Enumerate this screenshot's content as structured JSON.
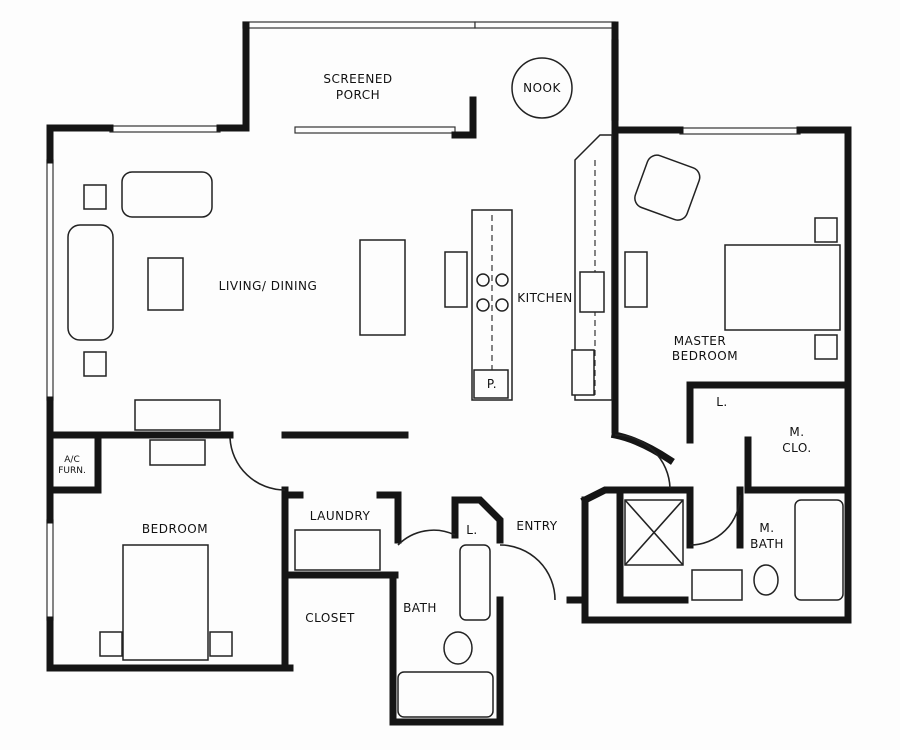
{
  "floor_plan": {
    "rooms": {
      "screened_porch": [
        "SCREENED",
        "PORCH"
      ],
      "nook": "NOOK",
      "living_dining": "LIVING/ DINING",
      "kitchen": "KITCHEN",
      "pantry": "P.",
      "master_bedroom": [
        "MASTER",
        "BEDROOM"
      ],
      "master_linen": "L.",
      "master_closet": [
        "M.",
        "CLO."
      ],
      "master_bath": [
        "M.",
        "BATH"
      ],
      "ac_furnace": [
        "A/C",
        "FURN."
      ],
      "bedroom": "BEDROOM",
      "laundry": "LAUNDRY",
      "closet": "CLOSET",
      "bath": "BATH",
      "linen": "L.",
      "entry": "ENTRY"
    }
  }
}
